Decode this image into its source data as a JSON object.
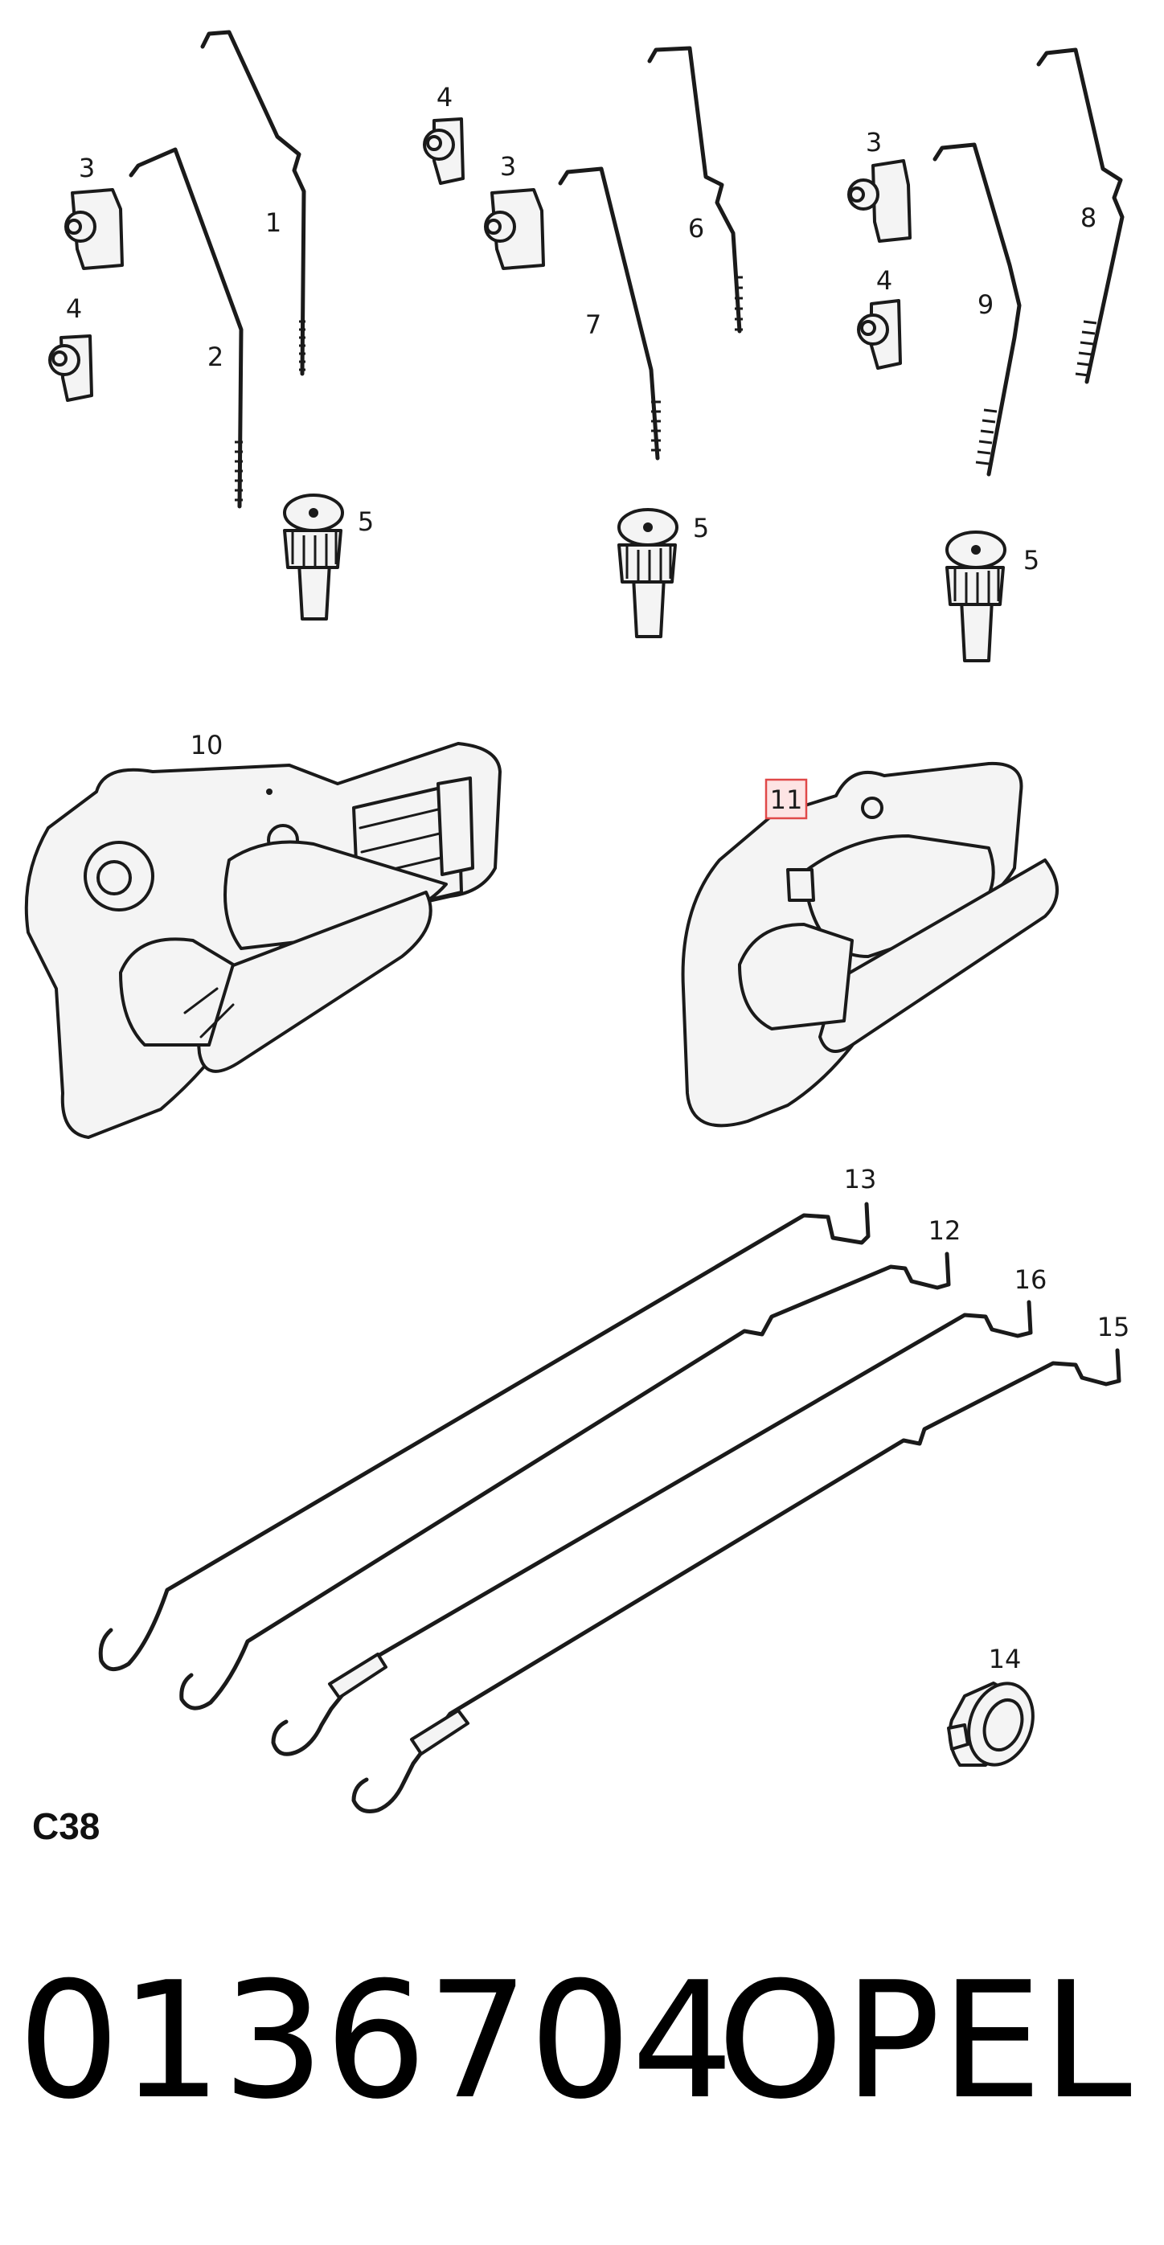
{
  "diagram_code": "C38",
  "highlighted_callout": "11",
  "callouts": {
    "c1": "1",
    "c2": "2",
    "c3a": "3",
    "c4a": "4",
    "c4b": "4",
    "c3b": "3",
    "c6": "6",
    "c7": "7",
    "c3c": "3",
    "c4c": "4",
    "c9": "9",
    "c8": "8",
    "c5a": "5",
    "c5b": "5",
    "c5c": "5",
    "c10": "10",
    "c11": "11",
    "c13": "13",
    "c12": "12",
    "c16": "16",
    "c15": "15",
    "c14": "14"
  },
  "footer": {
    "part_number": "0136704",
    "brand": "OPEL"
  }
}
